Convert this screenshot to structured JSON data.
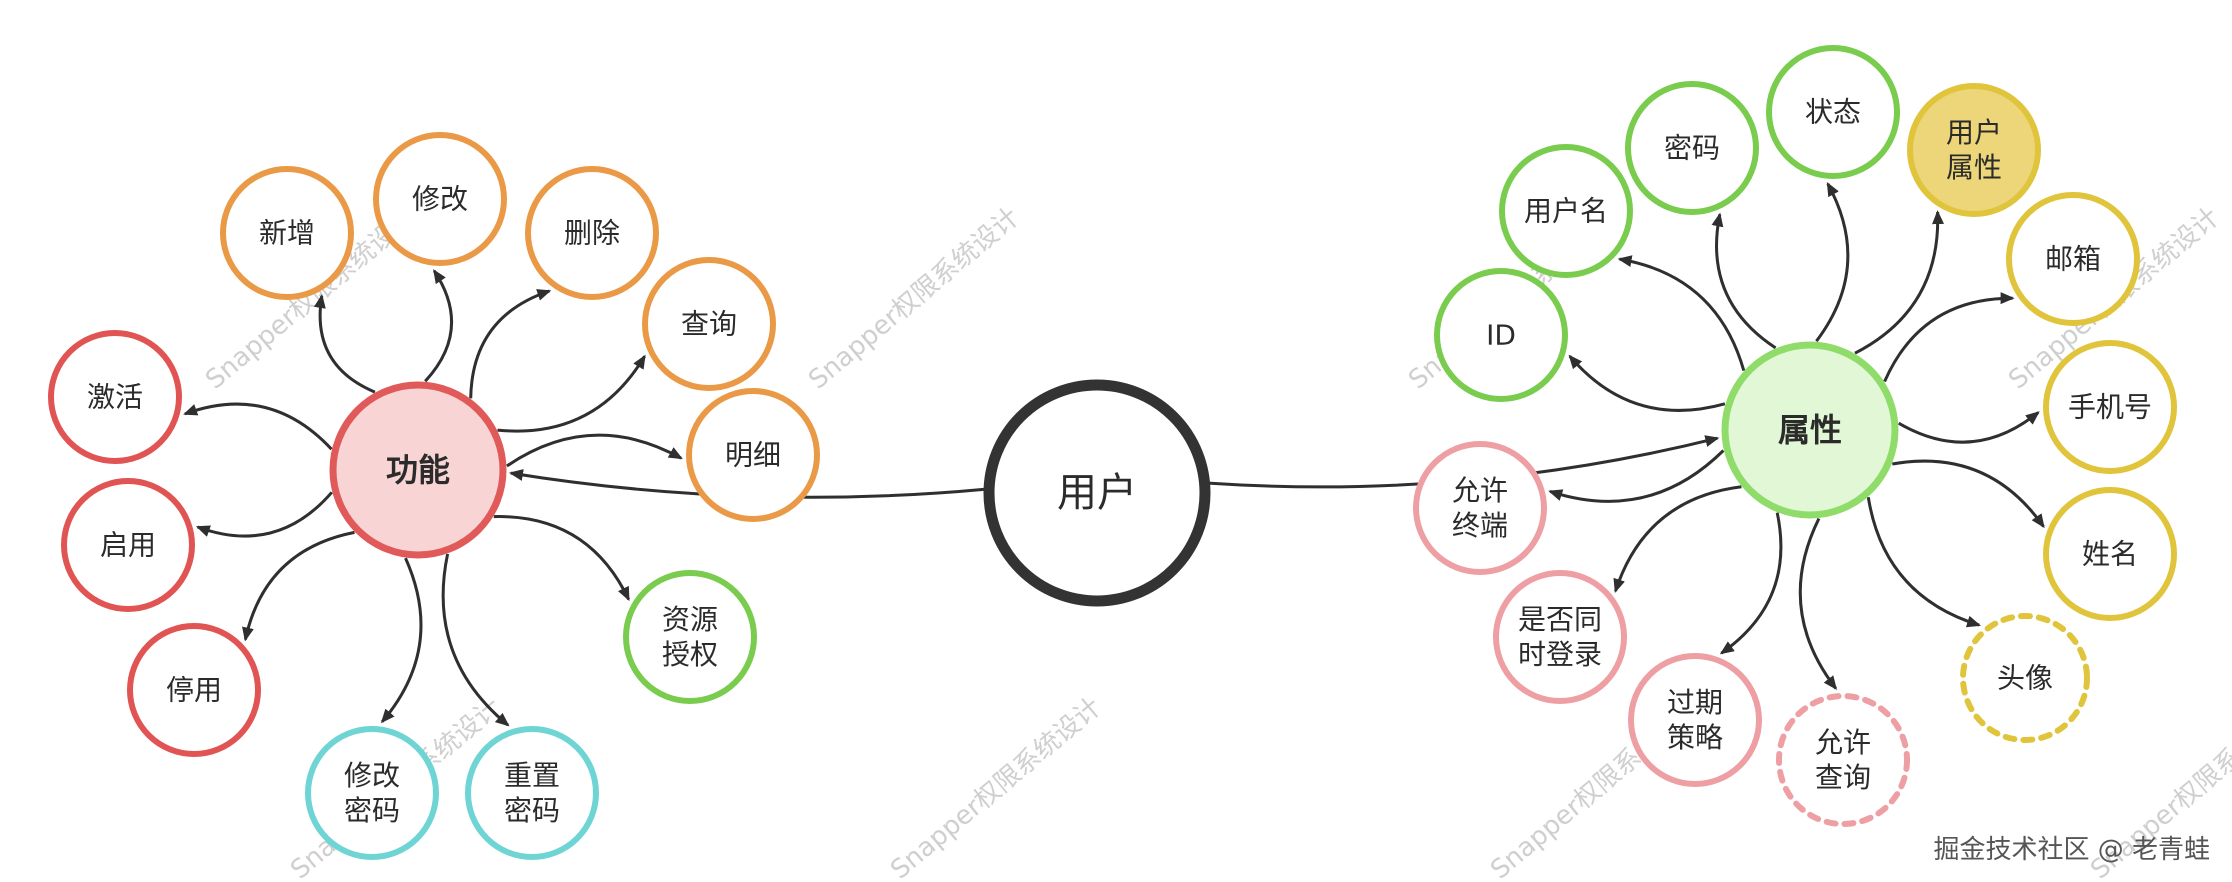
{
  "center": {
    "id": "user",
    "label": "用户"
  },
  "groups": [
    {
      "id": "func",
      "label": "功能",
      "color": "#e05a5a",
      "fill": "#f9d4d4"
    },
    {
      "id": "attr",
      "label": "属性",
      "color": "#8fdc6a",
      "fill": "#e2f7d6"
    }
  ],
  "nodes": [
    {
      "id": "n-add",
      "label": "新增",
      "group": "func",
      "color": "#ea9a46"
    },
    {
      "id": "n-edit",
      "label": "修改",
      "group": "func",
      "color": "#ea9a46"
    },
    {
      "id": "n-delete",
      "label": "删除",
      "group": "func",
      "color": "#ea9a46"
    },
    {
      "id": "n-query",
      "label": "查询",
      "group": "func",
      "color": "#ea9a46"
    },
    {
      "id": "n-detail",
      "label": "明细",
      "group": "func",
      "color": "#ea9a46"
    },
    {
      "id": "n-activate",
      "label": "激活",
      "group": "func",
      "color": "#e05454"
    },
    {
      "id": "n-enable",
      "label": "启用",
      "group": "func",
      "color": "#e05454"
    },
    {
      "id": "n-disable",
      "label": "停用",
      "group": "func",
      "color": "#e05454"
    },
    {
      "id": "n-chgpwd",
      "label": "修改\n密码",
      "group": "func",
      "color": "#6fd4d4"
    },
    {
      "id": "n-resetpwd",
      "label": "重置\n密码",
      "group": "func",
      "color": "#6fd4d4"
    },
    {
      "id": "n-grant",
      "label": "资源\n授权",
      "group": "func",
      "color": "#79cc4e"
    },
    {
      "id": "a-username",
      "label": "用户名",
      "group": "attr",
      "color": "#79cc4e"
    },
    {
      "id": "a-password",
      "label": "密码",
      "group": "attr",
      "color": "#79cc4e"
    },
    {
      "id": "a-status",
      "label": "状态",
      "group": "attr",
      "color": "#79cc4e"
    },
    {
      "id": "a-id",
      "label": "ID",
      "group": "attr",
      "color": "#79cc4e"
    },
    {
      "id": "a-userattr",
      "label": "用户\n属性",
      "group": "attr",
      "color": "#e0c43c",
      "fill": "#ecd679"
    },
    {
      "id": "a-email",
      "label": "邮箱",
      "group": "attr",
      "color": "#e0c43c"
    },
    {
      "id": "a-phone",
      "label": "手机号",
      "group": "attr",
      "color": "#e0c43c"
    },
    {
      "id": "a-name",
      "label": "姓名",
      "group": "attr",
      "color": "#e0c43c"
    },
    {
      "id": "a-avatar",
      "label": "头像",
      "group": "attr",
      "color": "#e0c43c",
      "dashed": true
    },
    {
      "id": "a-terminal",
      "label": "允许\n终端",
      "group": "attr",
      "color": "#ee9fa3"
    },
    {
      "id": "a-concurrent",
      "label": "是否同\n时登录",
      "group": "attr",
      "color": "#ee9fa3"
    },
    {
      "id": "a-expiry",
      "label": "过期\n策略",
      "group": "attr",
      "color": "#ee9fa3"
    },
    {
      "id": "a-allowquery",
      "label": "允许\n查询",
      "group": "attr",
      "color": "#ee9fa3",
      "dashed": true
    }
  ],
  "edges": [
    {
      "from": "user",
      "to": "func"
    },
    {
      "from": "user",
      "to": "attr"
    },
    {
      "from": "func",
      "to": "n-add"
    },
    {
      "from": "func",
      "to": "n-edit"
    },
    {
      "from": "func",
      "to": "n-delete"
    },
    {
      "from": "func",
      "to": "n-query"
    },
    {
      "from": "func",
      "to": "n-detail"
    },
    {
      "from": "func",
      "to": "n-activate"
    },
    {
      "from": "func",
      "to": "n-enable"
    },
    {
      "from": "func",
      "to": "n-disable"
    },
    {
      "from": "func",
      "to": "n-chgpwd"
    },
    {
      "from": "func",
      "to": "n-resetpwd"
    },
    {
      "from": "func",
      "to": "n-grant"
    },
    {
      "from": "attr",
      "to": "a-username"
    },
    {
      "from": "attr",
      "to": "a-password"
    },
    {
      "from": "attr",
      "to": "a-status"
    },
    {
      "from": "attr",
      "to": "a-id"
    },
    {
      "from": "attr",
      "to": "a-userattr"
    },
    {
      "from": "attr",
      "to": "a-email"
    },
    {
      "from": "attr",
      "to": "a-phone"
    },
    {
      "from": "attr",
      "to": "a-name"
    },
    {
      "from": "attr",
      "to": "a-avatar"
    },
    {
      "from": "attr",
      "to": "a-terminal"
    },
    {
      "from": "attr",
      "to": "a-concurrent"
    },
    {
      "from": "attr",
      "to": "a-expiry"
    },
    {
      "from": "attr",
      "to": "a-allowquery"
    }
  ],
  "watermark": "Snapper权限系统设计",
  "credit": "掘金技术社区 @ 老青蛙"
}
